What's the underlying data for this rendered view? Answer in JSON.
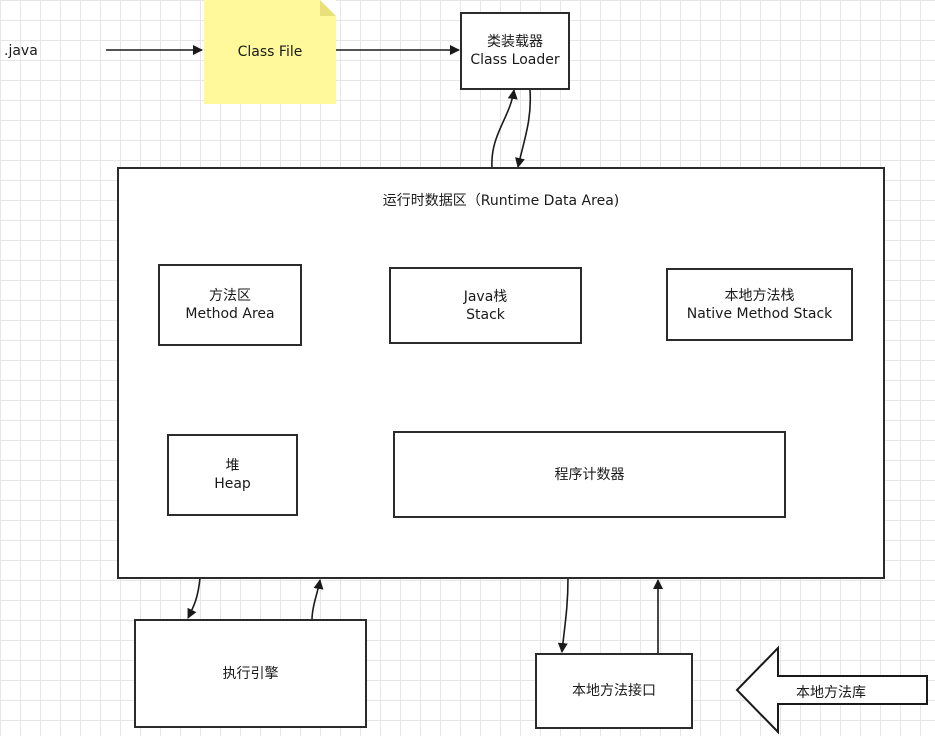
{
  "source_label": ".java",
  "class_file": "Class File",
  "class_loader": {
    "zh": "类装载器",
    "en": "Class Loader"
  },
  "runtime_area": {
    "title": "运行时数据区（Runtime Data Area)"
  },
  "method_area": {
    "zh": "方法区",
    "en": "Method Area"
  },
  "java_stack": {
    "zh": "Java栈",
    "en": "Stack"
  },
  "native_method_stack": {
    "zh": "本地方法栈",
    "en": "Native Method Stack"
  },
  "heap": {
    "zh": "堆",
    "en": "Heap"
  },
  "program_counter": "程序计数器",
  "execution_engine": "执行引擎",
  "native_interface": "本地方法接口",
  "native_library": "本地方法库"
}
